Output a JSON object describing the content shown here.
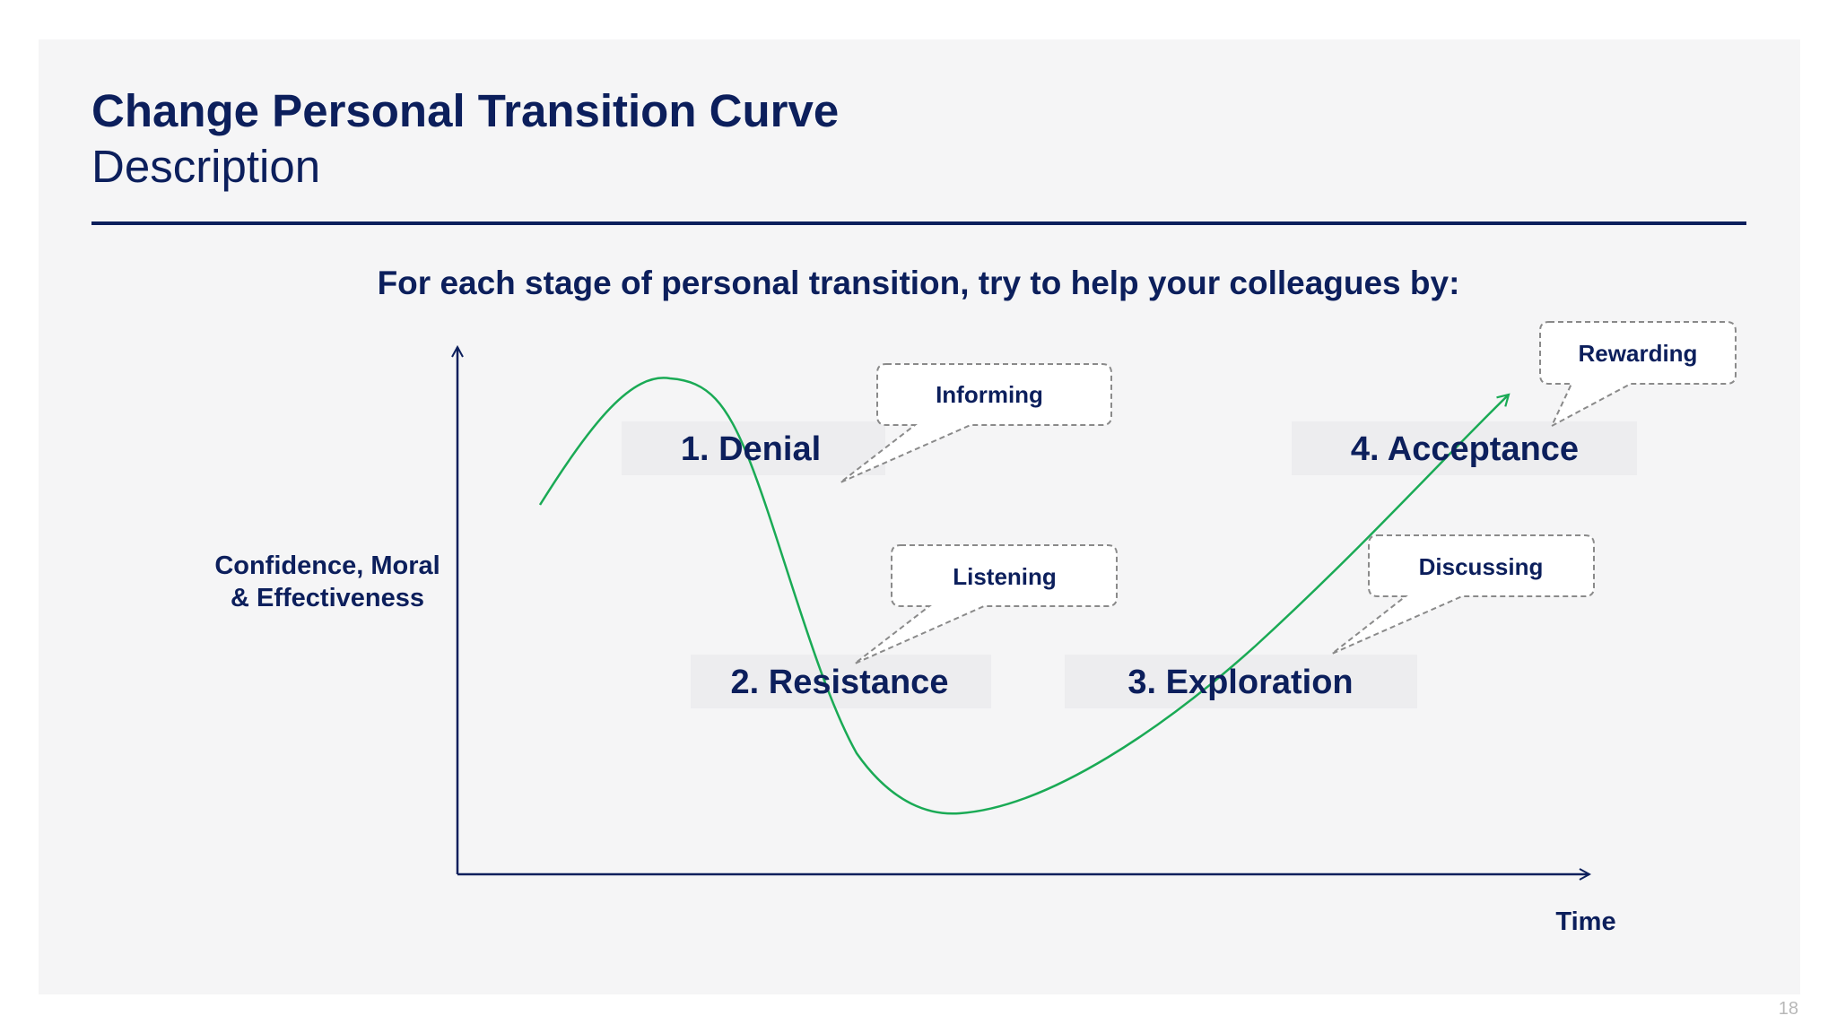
{
  "slide": {
    "title": "Change Personal Transition Curve",
    "subtitle": "Description",
    "intro": "For each stage of personal transition, try to help your colleagues by:",
    "page_number": "18"
  },
  "axes": {
    "y_label_line1": "Confidence, Moral",
    "y_label_line2": "& Effectiveness",
    "x_label": "Time"
  },
  "stages": [
    {
      "label": "1. Denial"
    },
    {
      "label": "2. Resistance"
    },
    {
      "label": "3. Exploration"
    },
    {
      "label": "4. Acceptance"
    }
  ],
  "callouts": [
    {
      "label": "Informing"
    },
    {
      "label": "Listening"
    },
    {
      "label": "Discussing"
    },
    {
      "label": "Rewarding"
    }
  ],
  "colors": {
    "navy": "#0c1f5c",
    "curve": "#1aaa55",
    "background": "#f5f5f6",
    "callout_border": "#8a8a8a"
  }
}
